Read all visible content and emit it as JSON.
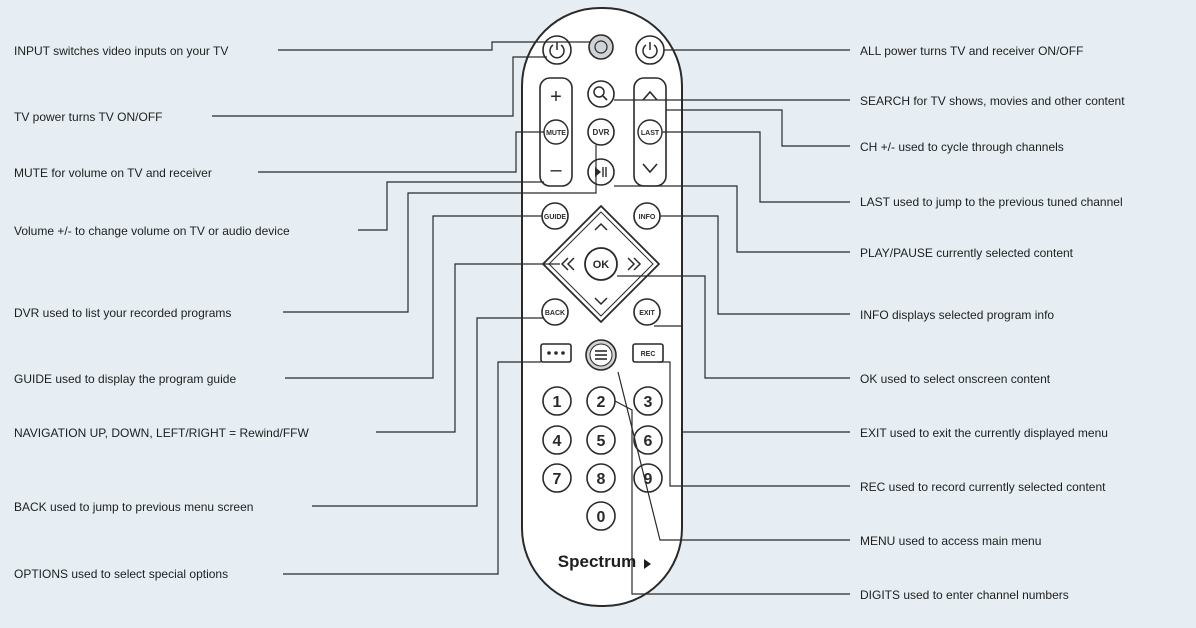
{
  "colors": {
    "background": "#e6eef3",
    "remote_body": "#ffffff",
    "outline": "#2a2a2a",
    "text": "#1e1e1e"
  },
  "remote": {
    "brand": "Spectrum",
    "buttons": {
      "ok": "OK",
      "dvr": "DVR",
      "mute": "MUTE",
      "last": "LAST",
      "guide": "GUIDE",
      "info": "INFO",
      "back": "BACK",
      "exit": "EXIT",
      "rec": "REC",
      "vol_plus": "+",
      "vol_minus": "–",
      "digits": [
        "1",
        "2",
        "3",
        "4",
        "5",
        "6",
        "7",
        "8",
        "9",
        "0"
      ]
    }
  },
  "labels": {
    "left": [
      "INPUT switches video inputs on your TV",
      "TV power turns TV ON/OFF",
      "MUTE for volume on TV and receiver",
      "Volume +/- to change volume on TV or audio device",
      "DVR used to list your recorded programs",
      "GUIDE used to display the program guide",
      "NAVIGATION UP, DOWN, LEFT/RIGHT = Rewind/FFW",
      "BACK used to jump to previous menu screen",
      "OPTIONS used to select special options"
    ],
    "right": [
      "ALL power turns TV and receiver ON/OFF",
      "SEARCH for TV shows, movies and other content",
      "CH +/- used to cycle through channels",
      "LAST used to jump to the previous tuned channel",
      "PLAY/PAUSE currently selected content",
      "INFO displays selected program info",
      "OK used to select onscreen content",
      "EXIT used to exit the currently displayed menu",
      "REC used to record currently selected content",
      "MENU used to access main menu",
      "DIGITS used to enter channel numbers"
    ]
  }
}
